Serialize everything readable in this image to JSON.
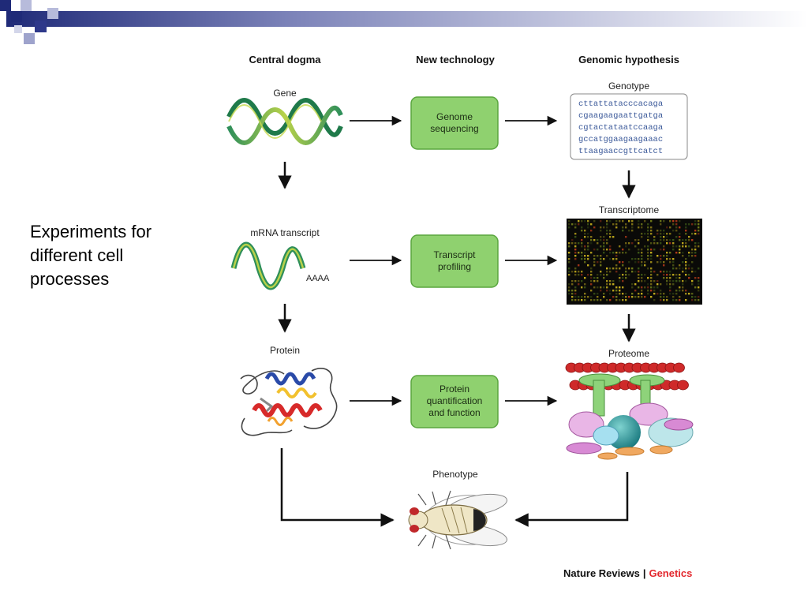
{
  "slide": {
    "lines": [
      "Experiments for",
      "different cell",
      "processes"
    ]
  },
  "columns": {
    "central_dogma": "Central dogma",
    "new_technology": "New technology",
    "genomic_hypothesis": "Genomic hypothesis"
  },
  "rows": {
    "gene": "Gene",
    "mrna": "mRNA transcript",
    "poly_a": "AAAA",
    "protein": "Protein",
    "phenotype": "Phenotype"
  },
  "technologies": {
    "genome_sequencing": [
      "Genome",
      "sequencing"
    ],
    "transcript_profiling": [
      "Transcript",
      "profiling"
    ],
    "protein_quant": [
      "Protein",
      "quantification",
      "and function"
    ]
  },
  "hypothesis": {
    "genotype": "Genotype",
    "sequences": [
      "cttattatacccacaga",
      "cgaagaagaattgatga",
      "cgtactataatccaaga",
      "gccatggaagaagaaac",
      "ttaagaaccgttcatct"
    ],
    "transcriptome": "Transcriptome",
    "proteome": "Proteome"
  },
  "credit": {
    "journal": "Nature Reviews",
    "separator": "|",
    "section": "Genetics"
  },
  "colors": {
    "tech_box": "#8fd16f",
    "tech_border": "#5aa63f",
    "credit_red": "#e3282e",
    "sequence_blue": "#3c5a9a",
    "deco_navy": "#1f2a78"
  }
}
